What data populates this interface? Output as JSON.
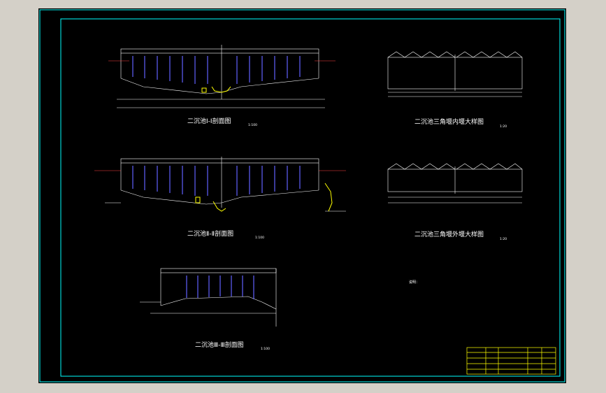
{
  "drawing": {
    "section1": {
      "title": "二沉池Ⅰ-Ⅰ剖面图",
      "scale": "1:100"
    },
    "section2": {
      "title": "二沉池Ⅱ-Ⅱ剖面图",
      "scale": "1:100"
    },
    "section3": {
      "title": "二沉池Ⅲ-Ⅲ剖面图",
      "scale": "1:100"
    },
    "weir_inner": {
      "title": "二沉池三角堰内堰大样图",
      "scale": "1:20"
    },
    "weir_outer": {
      "title": "二沉池三角堰外堰大样图",
      "scale": "1:20"
    },
    "notes": {
      "heading": "说明："
    }
  },
  "colors": {
    "background": "#000000",
    "frame": "#00ffff",
    "lines": "#ffffff",
    "columns": "#6060ff",
    "piping": "#ffff00",
    "hatch": "#ff40ff",
    "grade": "#ff4040"
  }
}
